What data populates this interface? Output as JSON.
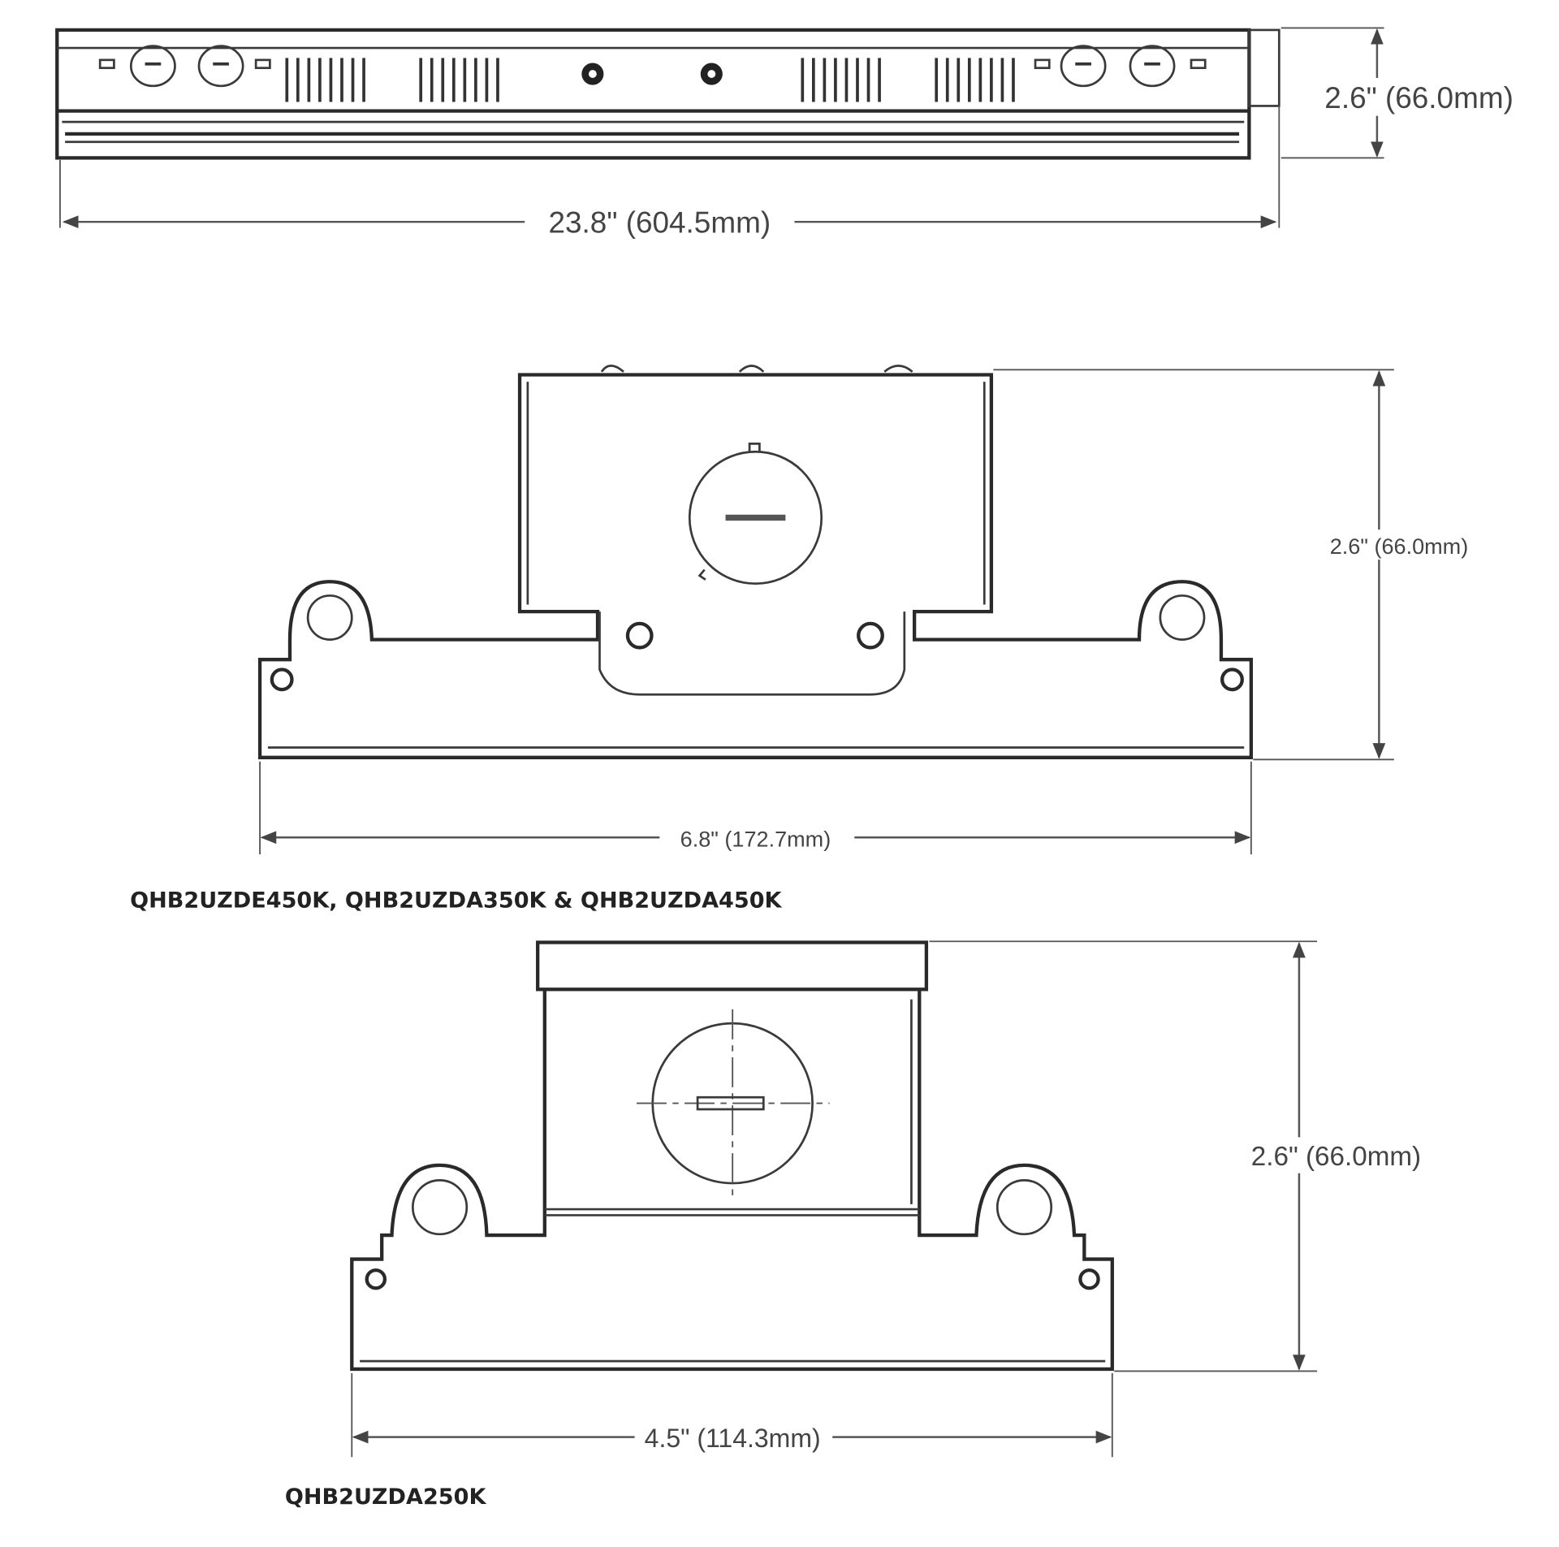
{
  "views": {
    "top_fixture": {
      "height_dim": "2.6\" (66.0mm)",
      "length_dim": "23.8\" (604.5mm)"
    },
    "end_view_large": {
      "height_dim": "2.6\" (66.0mm)",
      "width_dim": "6.8\" (172.7mm)",
      "models_label": "QHB2UZDE450K, QHB2UZDA350K & QHB2UZDA450K"
    },
    "end_view_small": {
      "height_dim": "2.6\" (66.0mm)",
      "width_dim": "4.5\" (114.3mm)",
      "models_label": "QHB2UZDA250K"
    }
  }
}
